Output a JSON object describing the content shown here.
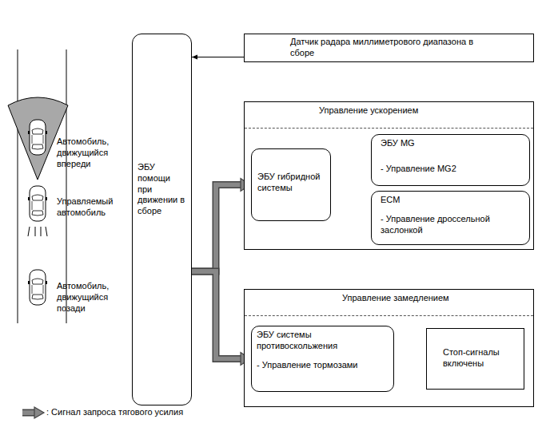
{
  "diagram": {
    "nodes": [
      {
        "text": [
          "ЭБУ помощи при движении в сборе"
        ]
      },
      {
        "text": [
          "Датчик радара миллиметрового диапазона в сборе"
        ]
      },
      {
        "text": [
          "Управление ускорением"
        ]
      },
      {
        "text": [
          "ЭБУ гибридной системы"
        ],
        "in": 2
      },
      {
        "text": [
          "ЭБУ MG",
          "- Управление MG2"
        ],
        "in": 2
      },
      {
        "text": [
          "ECM",
          "- Управление дроссельной заслонкой"
        ],
        "in": 2
      },
      {
        "text": [
          "Управление замедлением"
        ]
      },
      {
        "text": [
          "ЭБУ системы противоскольжения",
          "- Управление тормозами"
        ],
        "in": 6
      },
      {
        "text": [
          "Стоп-сигналы включены"
        ],
        "in": 6
      }
    ],
    "edges": [
      {
        "from": 1,
        "to": 0,
        "arrow": "to"
      },
      {
        "from": 0,
        "to": 3,
        "arrow": "to"
      },
      {
        "from": 0,
        "to": 7,
        "arrow": "to"
      },
      {
        "from": 3,
        "to": 4,
        "arrow": "to"
      },
      {
        "from": 3,
        "to": 5,
        "arrow": "to"
      },
      {
        "from": 7,
        "to": 8,
        "arrow": "to"
      }
    ],
    "labels": [
      "Автомобиль, движущийся впереди",
      "Управляемый автомобиль",
      "Автомобиль, движущийся позади"
    ],
    "legend": [
      {
        "text": ": Сигнал запроса тягового усилия"
      }
    ]
  }
}
